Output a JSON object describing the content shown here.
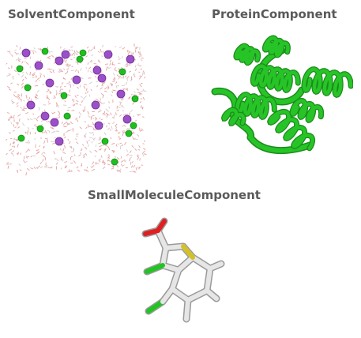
{
  "labels": {
    "solvent": "SolventComponent",
    "protein": "ProteinComponent",
    "small_molecule": "SmallMoleculeComponent"
  },
  "colors": {
    "label": "#5a5a5a",
    "water_oxygen": "#e8a0a0",
    "water_hydrogen": "#d8c8c8",
    "sodium_ion": "#9b4fc8",
    "chloride_ion": "#1fbf1f",
    "protein_ribbon": "#27c427",
    "protein_edge": "#1a8c1a",
    "carbon": "#d8d8d8",
    "oxygen": "#e02020",
    "sulfur": "#d4c12a",
    "chlorine": "#22c422"
  },
  "icons": {
    "solvent": "solvent-box-icon",
    "protein": "protein-ribbon-icon",
    "small_molecule": "molecule-stick-icon"
  }
}
